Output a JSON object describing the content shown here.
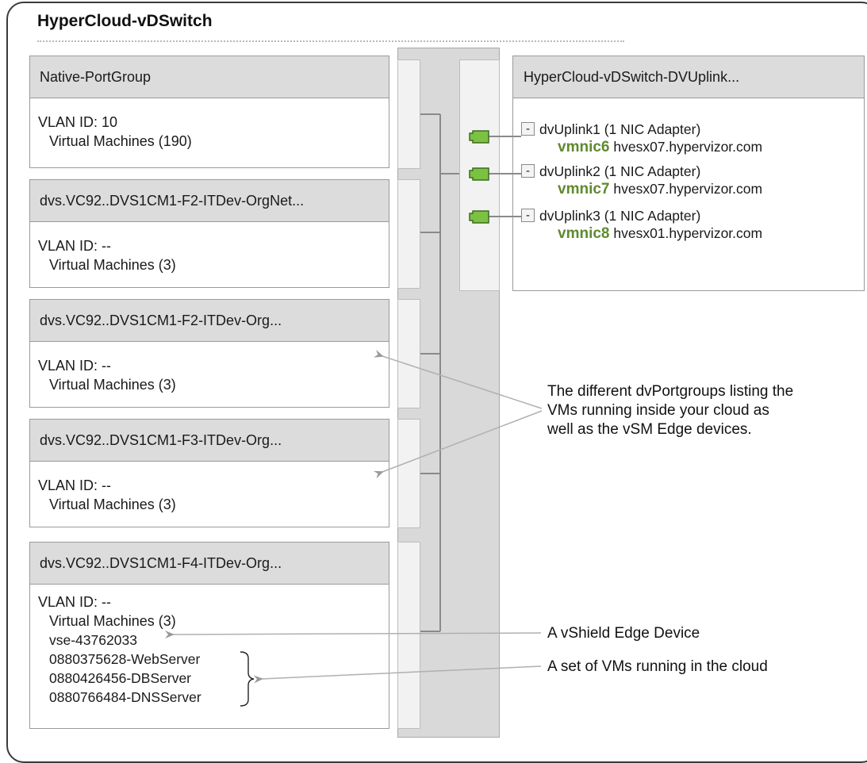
{
  "switch": {
    "title": "HyperCloud-vDSwitch"
  },
  "portgroups": [
    {
      "name": "Native-PortGroup",
      "vlan": "VLAN ID: 10",
      "vms": "Virtual Machines (190)"
    },
    {
      "name": "dvs.VC92..DVS1CM1-F2-ITDev-OrgNet...",
      "vlan": "VLAN ID: --",
      "vms": "Virtual Machines (3)"
    },
    {
      "name": "dvs.VC92..DVS1CM1-F2-ITDev-Org...",
      "vlan": "VLAN ID: --",
      "vms": "Virtual Machines (3)"
    },
    {
      "name": "dvs.VC92..DVS1CM1-F3-ITDev-Org...",
      "vlan": "VLAN ID: --",
      "vms": "Virtual Machines (3)"
    },
    {
      "name": "dvs.VC92..DVS1CM1-F4-ITDev-Org...",
      "vlan": "VLAN ID: --",
      "vms": "Virtual Machines (3)",
      "vm_list": [
        "vse-43762033",
        "0880375628-WebServer",
        "0880426456-DBServer",
        "0880766484-DNSServer"
      ]
    }
  ],
  "uplink_group": {
    "title": "HyperCloud-vDSwitch-DVUplink...",
    "collapse_symbol": "-",
    "uplinks": [
      {
        "label": "dvUplink1 (1 NIC Adapter)",
        "nic": "vmnic6",
        "host": "hvesx07.hypervizor.com"
      },
      {
        "label": "dvUplink2 (1 NIC Adapter)",
        "nic": "vmnic7",
        "host": "hvesx07.hypervizor.com"
      },
      {
        "label": "dvUplink3 (1 NIC Adapter)",
        "nic": "vmnic8",
        "host": "hvesx01.hypervizor.com"
      }
    ]
  },
  "annotations": {
    "portgroups_note": [
      "The different dvPortgroups listing the",
      "VMs running inside your cloud as",
      "well as the vSM Edge devices."
    ],
    "edge_note": "A vShield Edge Device",
    "vms_note": "A set of VMs running in the cloud"
  },
  "colors": {
    "nic_green": "#5e8a2e",
    "port_green": "#7cc242",
    "header_gray": "#dcdcdc"
  }
}
